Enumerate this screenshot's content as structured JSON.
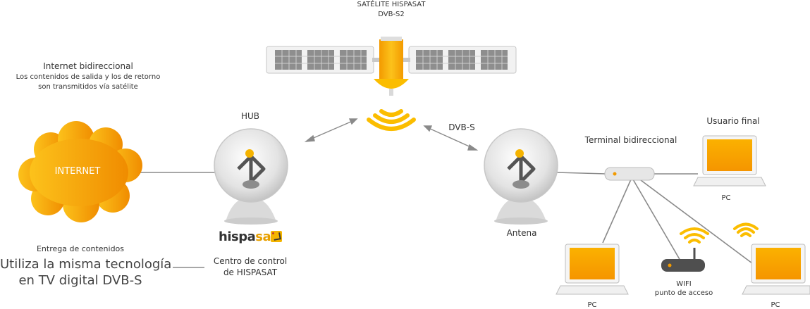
{
  "satellite": {
    "name": "SATÉLITE HISPASAT",
    "standard": "DVB-S2"
  },
  "internet_info": {
    "line1": "Internet bidireccional",
    "line2": "Los contenidos de salida y los de retorno",
    "line3": "son transmitidos vía satélite"
  },
  "internet_label": "INTERNET",
  "hub_label": "HUB",
  "logo": {
    "text_part1": "hispa",
    "text_part2": "sat"
  },
  "control_center": {
    "line1": "Centro de control",
    "line2": "de HISPASAT"
  },
  "delivery": {
    "heading": "Entrega de contenidos",
    "line1": "Utiliza la misma tecnología",
    "line2": "en TV digital DVB-S"
  },
  "downlink_label": "DVB-S",
  "antenna_label": "Antena",
  "terminal_label": "Terminal bidireccional",
  "end_user_label": "Usuario final",
  "pc_labels": [
    "PC",
    "PC",
    "PC"
  ],
  "wifi": {
    "line1": "WIFI",
    "line2": "punto de acceso"
  },
  "colors": {
    "orange": "#f29a00",
    "yellow": "#fbbd00",
    "line_gray": "#8a8a8a",
    "dish_gray": "#d9d9d9"
  }
}
